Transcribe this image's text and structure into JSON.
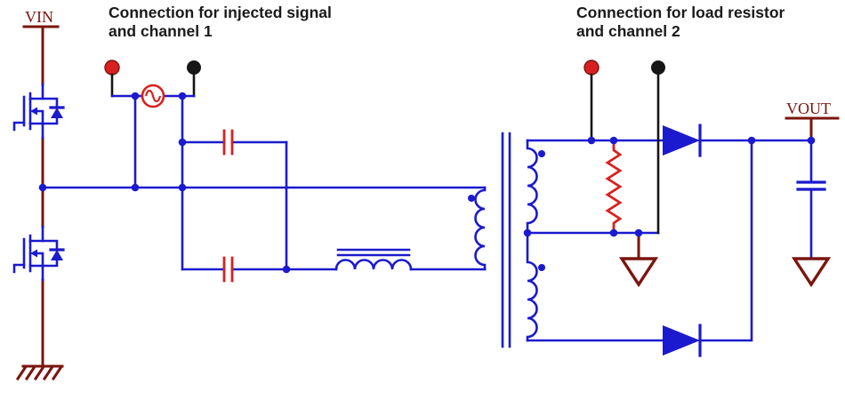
{
  "annotations": {
    "injected_line1": "Connection for injected signal",
    "injected_line2": "and channel 1",
    "load_line1": "Connection for load resistor",
    "load_line2": "and channel 2"
  },
  "net_labels": {
    "vin": "VIN",
    "vout": "VOUT"
  },
  "colors": {
    "wire": "#1b1ace",
    "red": "#d82020",
    "dark_red": "#7a150e",
    "black": "#161616"
  },
  "components": [
    "high-side-mosfet",
    "low-side-mosfet",
    "body-diode",
    "ac-injection-source",
    "coupling-capacitor-top",
    "coupling-capacitor-bottom",
    "series-inductor",
    "center-tapped-transformer",
    "load-resistor",
    "rectifier-diode-top",
    "rectifier-diode-bottom",
    "output-capacitor",
    "oscilloscope-probe-red-ch1",
    "oscilloscope-probe-black-ch1",
    "oscilloscope-probe-red-ch2",
    "oscilloscope-probe-black-ch2",
    "earth-ground",
    "signal-ground-center-tap",
    "signal-ground-output"
  ]
}
